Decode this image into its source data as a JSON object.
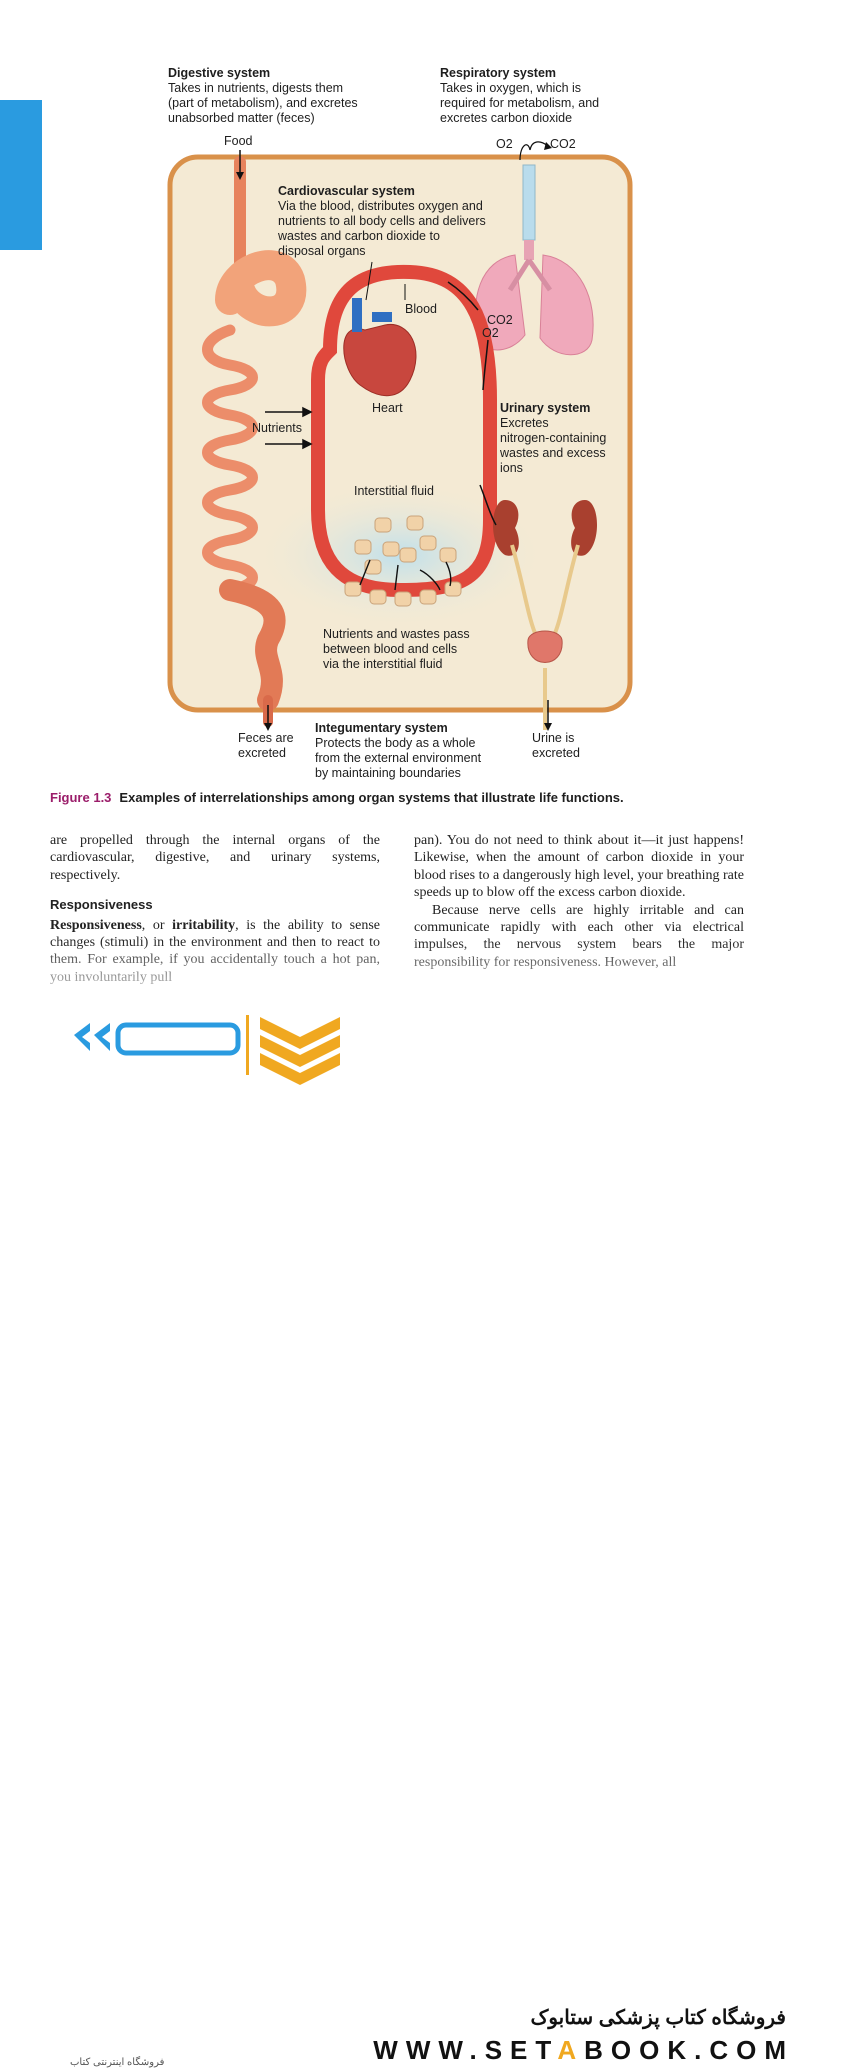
{
  "labels": {
    "digestive": {
      "title": "Digestive system",
      "lines": [
        "Takes in nutrients, digests them",
        "(part of metabolism), and excretes",
        "unabsorbed matter (feces)"
      ]
    },
    "respiratory": {
      "title": "Respiratory system",
      "lines": [
        "Takes in oxygen, which is",
        "required for metabolism, and",
        "excretes carbon dioxide"
      ]
    },
    "cardiovascular": {
      "title": "Cardiovascular system",
      "lines": [
        "Via the blood, distributes oxygen and",
        "nutrients to all body cells and delivers",
        "wastes and carbon dioxide to",
        "disposal organs"
      ]
    },
    "urinary": {
      "title": "Urinary system",
      "lines": [
        "Excretes",
        "nitrogen-containing",
        "wastes and excess",
        "ions"
      ]
    },
    "integumentary": {
      "title": "Integumentary system",
      "lines": [
        "Protects the body as a whole",
        "from the external environment",
        "by maintaining boundaries"
      ]
    },
    "food": "Food",
    "o2_top": "O2",
    "co2_top": "CO2",
    "blood": "Blood",
    "co2_lung": "CO2",
    "o2_lung": "O2",
    "heart": "Heart",
    "nutrients": "Nutrients",
    "interstitial": "Interstitial fluid",
    "exchange": [
      "Nutrients and wastes pass",
      "between blood and cells",
      "via the interstitial fluid"
    ],
    "feces": [
      "Feces are",
      "excreted"
    ],
    "urine": [
      "Urine is",
      "excreted"
    ]
  },
  "caption": {
    "number": "Figure 1.3",
    "text": "Examples of interrelationships among organ systems that illustrate life functions."
  },
  "left_col": {
    "p1": "are propelled through the internal organs of the cardiovascular, digestive, and urinary systems, respectively.",
    "heading": "Responsiveness",
    "p2_b1": "Responsiveness",
    "p2_mid": ", or ",
    "p2_b2": "irritability",
    "p2_rest": ", is the ability to sense changes (stimuli) in the environment and then to react to them. For example, if you accidentally touch a hot pan, you involuntarily pull"
  },
  "right_col": {
    "p1": "pan). You do not need to think about it—it just happens! Likewise, when the amount of carbon dioxide in your blood rises to a dangerously high level, your breathing rate speeds up to blow off the excess carbon dioxide.",
    "p2": "Because nerve cells are highly irritable and can communicate rapidly with each other via electrical impulses, the nervous system bears the major responsibility for responsiveness. However, all"
  },
  "footer": {
    "brand_fa": "فروشگاه کتاب پزشکی ستابوک",
    "url_pre": "WWW.SET",
    "url_o": "A",
    "url_post": "BOOK.COM",
    "logo_sub": "فروشگاه اینترنتی کتاب"
  },
  "colors": {
    "accent_tab": "#2a9be0",
    "panel": "#f4ead4",
    "panel_border": "#d9914a",
    "vessel": "#e0483c",
    "caption_num": "#9b1d6a",
    "brand_orange": "#f0a820"
  }
}
